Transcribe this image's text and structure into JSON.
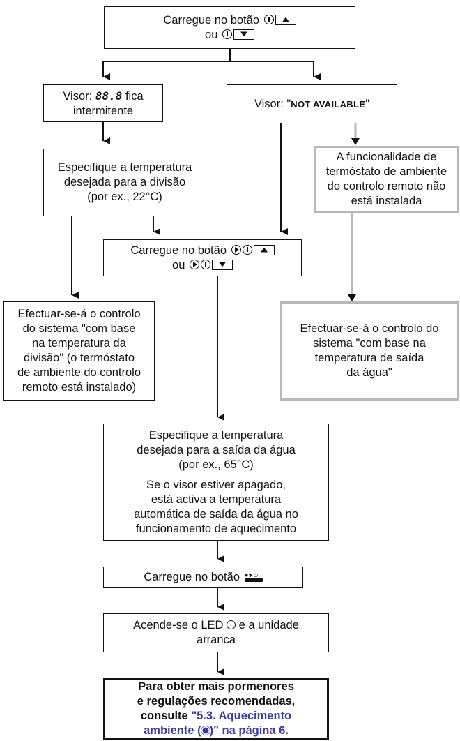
{
  "colors": {
    "line": "#111111",
    "grey_line": "#b8b8b8",
    "link": "#3b3b9c"
  },
  "icons": {
    "thermometer": "thermometer-icon",
    "up_button": "up-arrow-button-icon",
    "down_button": "down-arrow-button-icon",
    "outlet": "water-outlet-icon",
    "on_off": "on-off-button-icon",
    "led": "led-ring-icon",
    "heating": "space-heating-icon"
  },
  "step1": {
    "line1": "Carregue no botão",
    "line2": "ou"
  },
  "left_display": {
    "prefix": "Visor:",
    "segment": "88.8",
    "suffix": "fica",
    "line2": "intermitente"
  },
  "right_display": {
    "prefix": "Visor: \"",
    "caps": "NOT AVAILABLE",
    "suffix": "\""
  },
  "room_temp": {
    "line1": "Especifique a temperatura",
    "line2": "desejada para a divisão",
    "line3": "(por ex., 22°C)"
  },
  "no_thermostat": {
    "line1": "A funcionalidade de",
    "line2": "termóstato de ambiente",
    "line3": "do controlo remoto não",
    "line4": "está instalada"
  },
  "step_outlet": {
    "line1": "Carregue no botão",
    "line2": "ou"
  },
  "room_control": {
    "line1": "Efectuar-se-á o controlo",
    "line2": "do sistema \"com base",
    "line3": "na temperatura da",
    "line4": "divisão\" (o termóstato",
    "line5": "de ambiente do controlo",
    "line6": "remoto está instalado)"
  },
  "water_control": {
    "line1": "Efectuar-se-á o controlo do",
    "line2": "sistema \"com base na",
    "line3": "temperatura de saída",
    "line4": "da água\""
  },
  "water_temp": {
    "line1": "Especifique a temperatura",
    "line2": "desejada para a saída da água",
    "line3": "(por ex., 65°C)",
    "line4": "Se o visor estiver apagado,",
    "line5": "está activa a temperatura",
    "line6": "automática de saída da água no",
    "line7": "funcionamento de aquecimento"
  },
  "press_onoff": {
    "text": "Carregue no botão"
  },
  "led_on": {
    "line1a": "Acende-se o LED",
    "line1b": "e a unidade",
    "line2": "arranca"
  },
  "more_info": {
    "line1": "Para obter mais pormenores",
    "line2": "e regulações recomendadas,",
    "line3a": "consulte",
    "line3b": "\"5.3. Aquecimento",
    "line4a": "ambiente (",
    "line4b": ")\" na página 6."
  }
}
